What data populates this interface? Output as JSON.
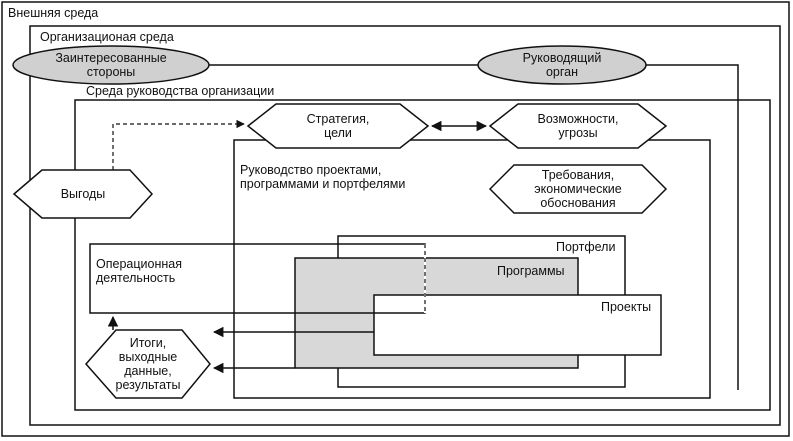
{
  "external_env": {
    "label": "Внешняя среда"
  },
  "org_env": {
    "label": "Организационая среда"
  },
  "stakeholders": {
    "line1": "Заинтересованные",
    "line2": "стороны"
  },
  "governing_body": {
    "line1": "Руководящий",
    "line2": "орган"
  },
  "governance_env": {
    "label": "Среда руководства организации"
  },
  "strategy": {
    "line1": "Стратегия,",
    "line2": "цели"
  },
  "opportunities": {
    "line1": "Возможности,",
    "line2": "угрозы"
  },
  "benefits": {
    "label": "Выгоды"
  },
  "management": {
    "line1": "Руководство проектами,",
    "line2": "программами и портфелями"
  },
  "requirements": {
    "line1": "Требования,",
    "line2": "экономические",
    "line3": "обоснования"
  },
  "operations": {
    "line1": "Операционная",
    "line2": "деятельность"
  },
  "portfolios": {
    "label": "Портфели"
  },
  "programs": {
    "label": "Программы"
  },
  "projects": {
    "label": "Проекты"
  },
  "outcomes": {
    "line1": "Итоги,",
    "line2": "выходные",
    "line3": "данные,",
    "line4": "результаты"
  },
  "colors": {
    "line": "#111111",
    "ellipse_fill": "#d0d0d0",
    "programs_fill": "#d8d8d8",
    "background": "#ffffff"
  }
}
